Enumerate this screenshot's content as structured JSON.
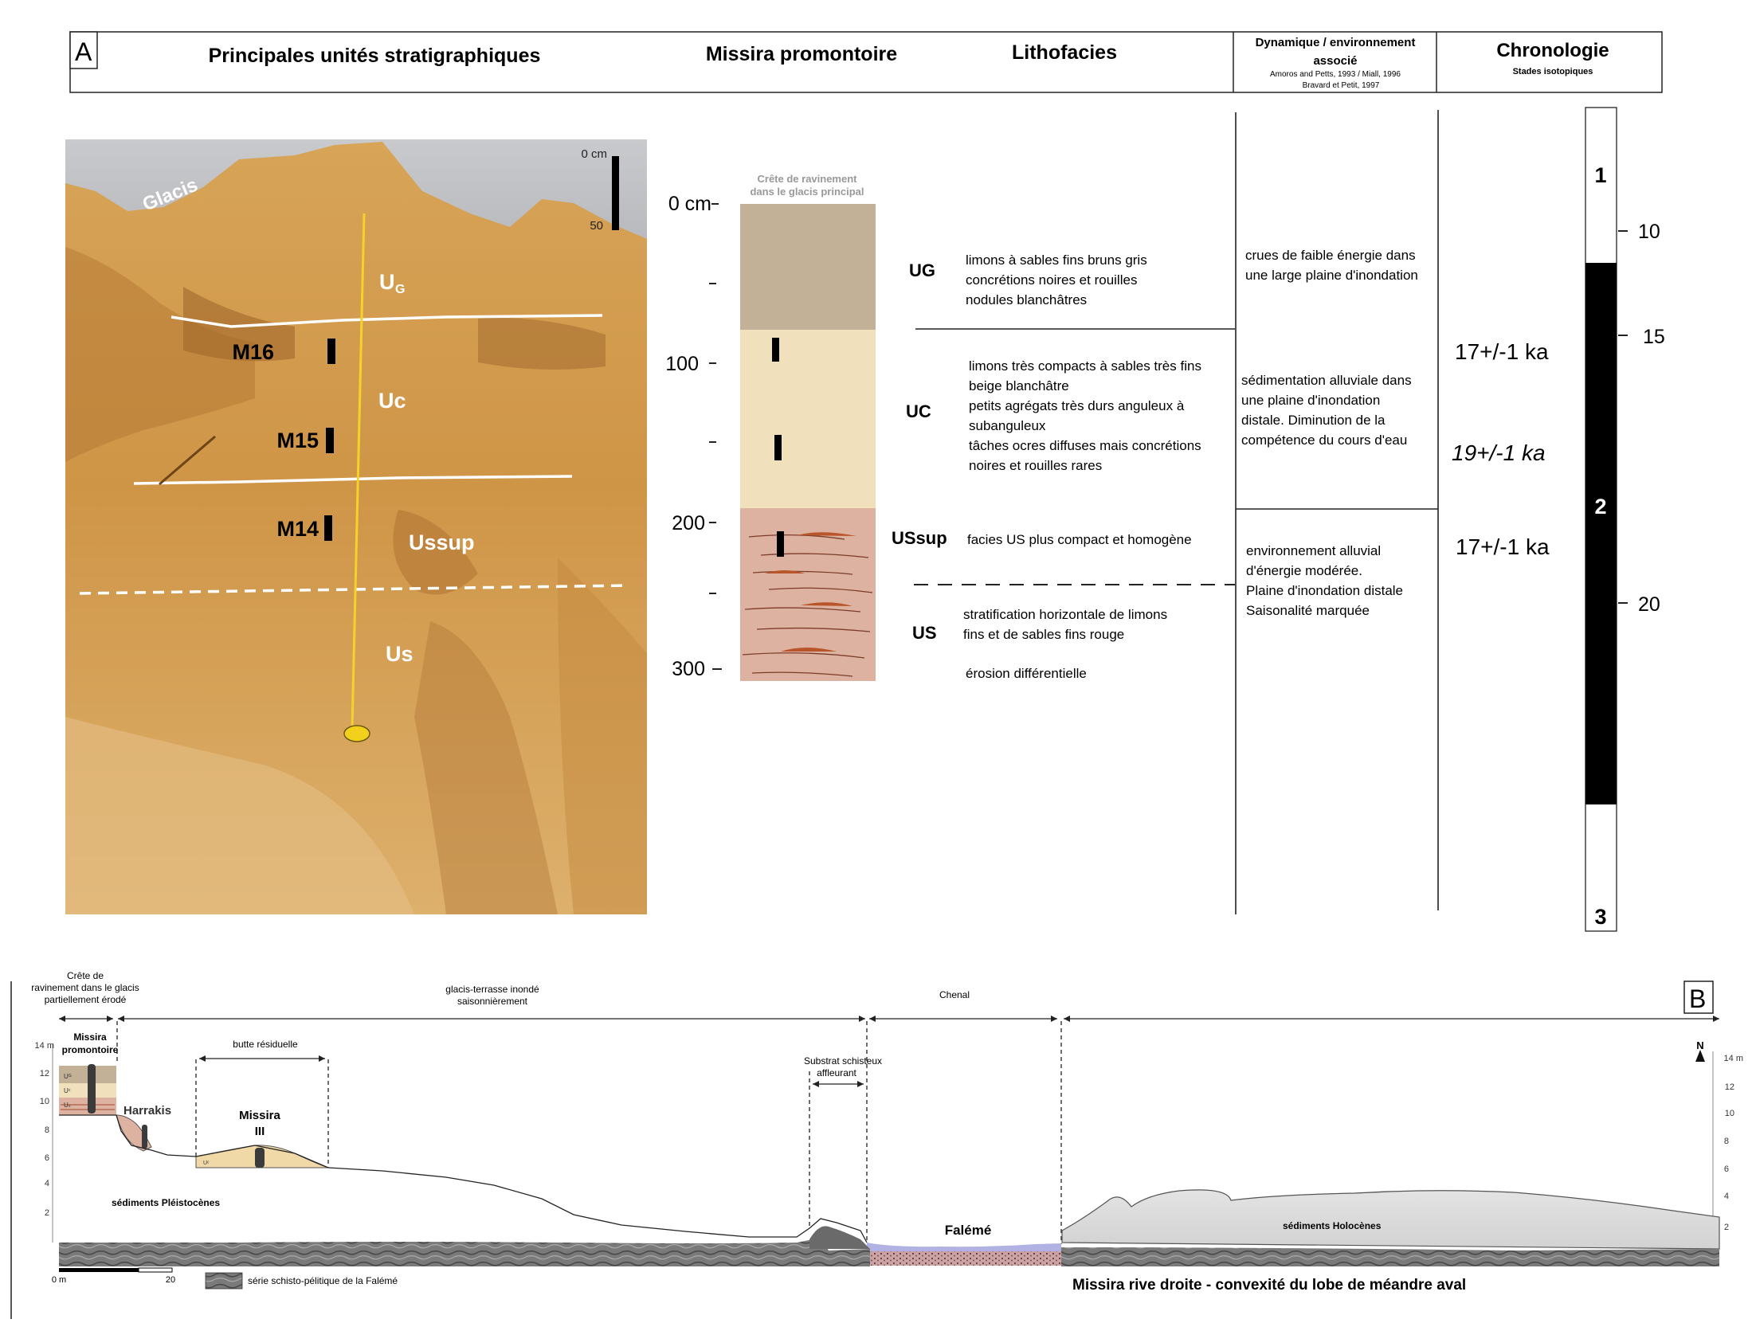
{
  "panel_a": {
    "letter": "A",
    "header": {
      "units": "Principales unités stratigraphiques",
      "site": "Missira promontoire",
      "lithofacies": "Lithofacies",
      "dynamics_line1": "Dynamique / environnement",
      "dynamics_line2": "associé",
      "dynamics_ref1": "Amoros and Petts, 1993  / Miall, 1996",
      "dynamics_ref2": "Bravard et Petit, 1997",
      "chronology": "Chronologie",
      "chronology_sub": "Stades isotopiques"
    },
    "photo": {
      "glacis": "Glacis",
      "scale_top": "0 cm",
      "scale_bottom": "50",
      "unit_ug": "U",
      "unit_ug_sub": "G",
      "unit_uc": "Uc",
      "unit_ussup": "Ussup",
      "unit_us": "Us",
      "samples": [
        "M16",
        "M15",
        "M14"
      ]
    },
    "column": {
      "caption_line1": "Crête de ravinement",
      "caption_line2": "dans le glacis principal",
      "depth_labels": [
        "0 cm",
        "100",
        "200",
        "300"
      ]
    },
    "units": [
      {
        "code": "UG",
        "lines": [
          "limons à sables fins bruns gris",
          "concrétions noires et rouilles",
          "nodules blanchâtres"
        ]
      },
      {
        "code": "UC",
        "lines": [
          "limons très compacts  à sables très fins",
          "beige blanchâtre",
          "petits agrégats très durs anguleux à",
          "subanguleux",
          "tâches ocres diffuses mais concrétions",
          "noires et rouilles rares"
        ]
      },
      {
        "code": "USsup",
        "lines": [
          "facies US plus compact et homogène"
        ]
      },
      {
        "code": "US",
        "lines": [
          "stratification horizontale de limons",
          "fins et de sables fins rouge",
          "érosion différentielle"
        ]
      }
    ],
    "dynamics": [
      [
        "crues de faible énergie dans",
        "une large plaine d'inondation"
      ],
      [
        "sédimentation alluviale dans",
        "une plaine d'inondation",
        "distale. Diminution de la",
        "compétence du cours d'eau"
      ],
      [
        "environnement alluvial",
        "d'énergie modérée.",
        "Plaine d'inondation distale",
        "Saisonalité marquée"
      ]
    ],
    "ages": [
      "17+/-1 ka",
      "19+/-1 ka",
      "17+/-1 ka"
    ],
    "isotope_stages": [
      "1",
      "2",
      "3"
    ],
    "stage_ticks": [
      "10",
      "15",
      "20"
    ],
    "colors": {
      "ug": "#c2b197",
      "uc": "#f0e0bb",
      "us": "#deb2a0",
      "photo_main": "#d29a48",
      "stage_black": "#000000"
    }
  },
  "panel_b": {
    "letter": "B",
    "north": "N",
    "zone_labels": {
      "crest_line1": "Crête de",
      "crest_line2": "ravinement dans le glacis",
      "crest_line3": "partiellement érodé",
      "glacis_line1": "glacis-terrasse inondé",
      "glacis_line2": "saisonnièrement",
      "channel": "Chenal",
      "butte": "butte résiduelle",
      "substrate_line1": "Substrat schisteux",
      "substrate_line2": "affleurant"
    },
    "site_labels": {
      "missira_line1": "Missira",
      "missira_line2": "promontoire",
      "harrakis": "Harrakis",
      "missira3_line1": "Missira",
      "missira3_line2": "III",
      "faleme": "Falémé"
    },
    "sediment_labels": {
      "pleistocene": "sédiments Pléistocènes",
      "holocene": "sédiments Holocènes"
    },
    "left_axis": [
      "14 m",
      "12",
      "10",
      "8",
      "6",
      "4",
      "2"
    ],
    "right_axis": [
      "14 m",
      "12",
      "10",
      "8",
      "6",
      "4",
      "2"
    ],
    "scale": [
      "0 m",
      "20"
    ],
    "legend": "série schisto-pélitique de la Falémé",
    "caption": "Missira rive droite - convexité du lobe de méandre aval",
    "mini_units": [
      "Uᴳ",
      "Uᶜ",
      "Uₛ"
    ]
  }
}
